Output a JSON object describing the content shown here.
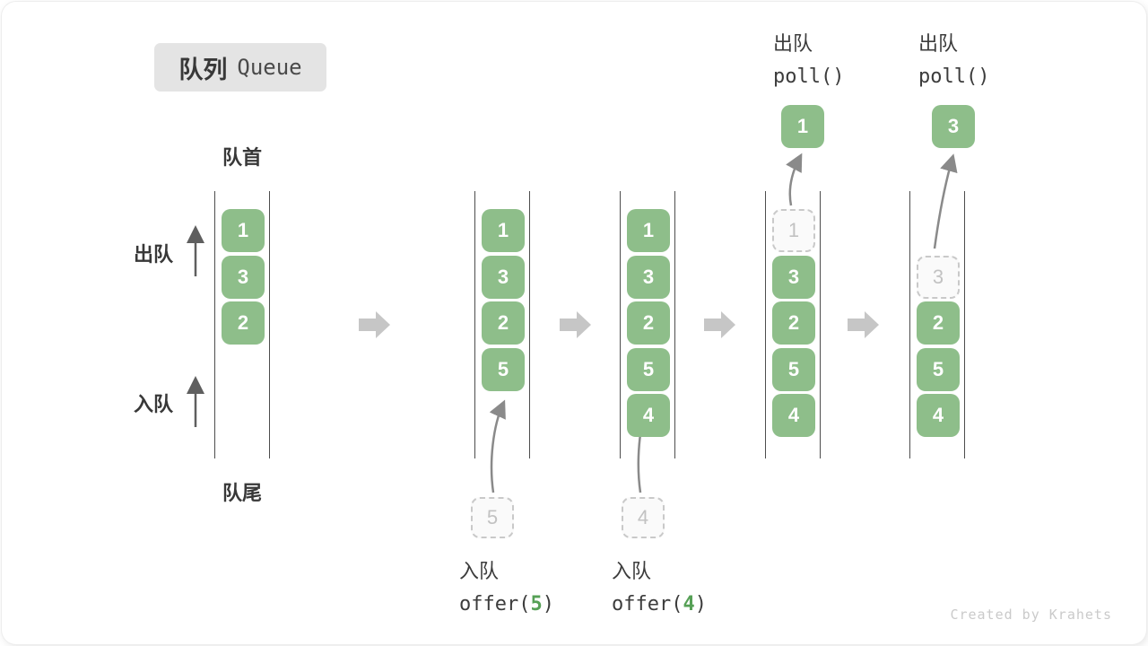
{
  "title": {
    "zh": "队列",
    "en": "Queue"
  },
  "labels": {
    "front": "队首",
    "rear": "队尾",
    "dequeue": "出队",
    "enqueue": "入队"
  },
  "queues": {
    "q1": {
      "cells": [
        "1",
        "3",
        "2"
      ]
    },
    "q2": {
      "cells": [
        "1",
        "3",
        "2",
        "5"
      ],
      "incoming": "5"
    },
    "q3": {
      "cells": [
        "1",
        "3",
        "2",
        "5",
        "4"
      ],
      "incoming": "4"
    },
    "q4": {
      "ghost": "1",
      "cells": [
        "3",
        "2",
        "5",
        "4"
      ],
      "out": "1"
    },
    "q5": {
      "ghost": "3",
      "cells": [
        "2",
        "5",
        "4"
      ],
      "out": "3"
    }
  },
  "ops": {
    "offer5": {
      "action": "入队",
      "fn_open": "offer(",
      "arg": "5",
      "fn_close": ")"
    },
    "offer4": {
      "action": "入队",
      "fn_open": "offer(",
      "arg": "4",
      "fn_close": ")"
    },
    "poll_first": {
      "action": "出队",
      "fn": "poll()"
    },
    "poll_second": {
      "action": "出队",
      "fn": "poll()"
    }
  },
  "watermark": "Created by Krahets",
  "colors": {
    "cell_green": "#8EBE8A",
    "code_green": "#56A056",
    "block_arrow_gray": "#C6C6C6",
    "connector_gray": "#8A8A8A",
    "title_bg": "#E4E4E4"
  }
}
